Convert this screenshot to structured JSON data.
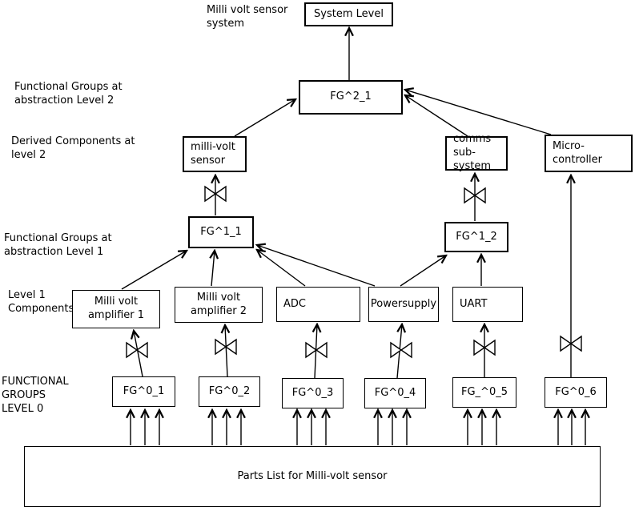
{
  "labels": {
    "system_note": "Milli volt sensor\nsystem",
    "fg_level2": "Functional Groups at\nabstraction Level 2",
    "derived_level2": "Derived Components at\nlevel 2",
    "fg_level1": "Functional Groups at\nabstraction Level 1",
    "level1_components": "Level  1\nComponents",
    "fg_level0": "FUNCTIONAL\nGROUPS\nLEVEL 0"
  },
  "nodes": {
    "system_level": "System Level",
    "fg2_1": "FG^2_1",
    "millivolt_sensor": "milli-volt\nsensor",
    "comms_subsystem": "comms\nsub-system",
    "micro_controller": "Micro-\ncontroller",
    "fg1_1": "FG^1_1",
    "fg1_2": "FG^1_2",
    "amp1": "Milli volt\namplifier 1",
    "amp2": "Milli volt\namplifier 2",
    "adc": "ADC",
    "powersupply": "Powersupply",
    "uart": "UART",
    "fg0_1": "FG^0_1",
    "fg0_2": "FG^0_2",
    "fg0_3": "FG^0_3",
    "fg0_4": "FG^0_4",
    "fg0_5": "FG_^0_5",
    "fg0_6": "FG^0_6",
    "parts_list": "Parts List for Milli-volt sensor"
  },
  "colors": {
    "line": "#000000",
    "box_border": "#000000",
    "background": "#ffffff",
    "text": "#000000"
  },
  "icons": {
    "bowtie": "two opposing outlined triangles meeting at a point (abstraction mapping symbol)",
    "arrowhead": "open V arrowhead on connector lines"
  }
}
